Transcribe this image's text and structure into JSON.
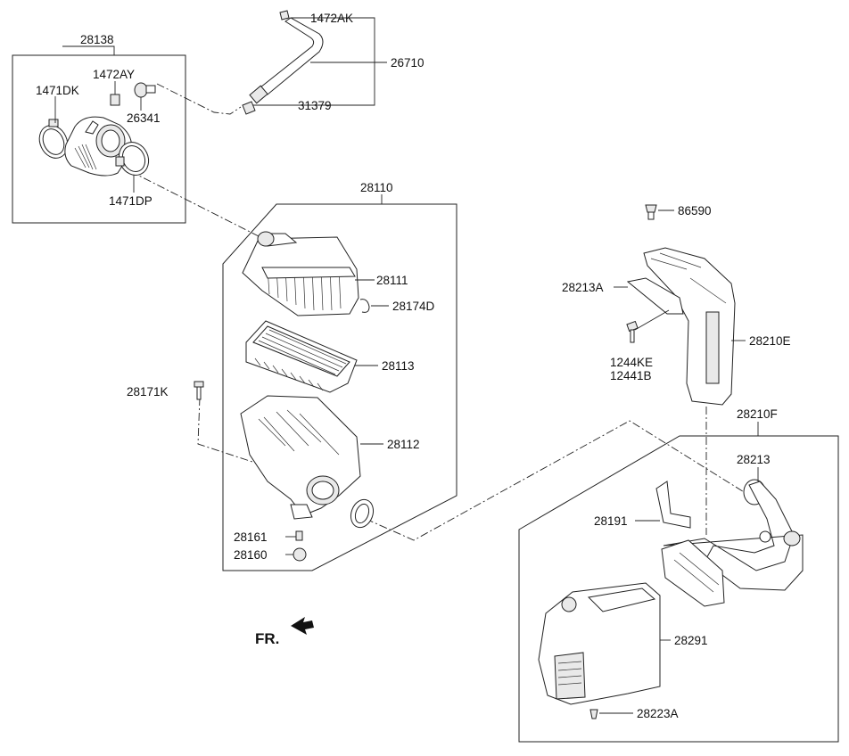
{
  "labels": {
    "l28138": "28138",
    "l1472AY": "1472AY",
    "l1471DK": "1471DK",
    "l26341": "26341",
    "l1471DP": "1471DP",
    "l1472AK": "1472AK",
    "l26710": "26710",
    "l31379": "31379",
    "l28110": "28110",
    "l28111": "28111",
    "l28174D": "28174D",
    "l28113": "28113",
    "l28171K": "28171K",
    "l28112": "28112",
    "l28161": "28161",
    "l28160": "28160",
    "l86590": "86590",
    "l28213A": "28213A",
    "l28210E": "28210E",
    "l1244KE": "1244KE",
    "l12441B": "12441B",
    "l28210F": "28210F",
    "l28213": "28213",
    "l28191": "28191",
    "l28291": "28291",
    "l28223A": "28223A",
    "fr": "FR."
  }
}
